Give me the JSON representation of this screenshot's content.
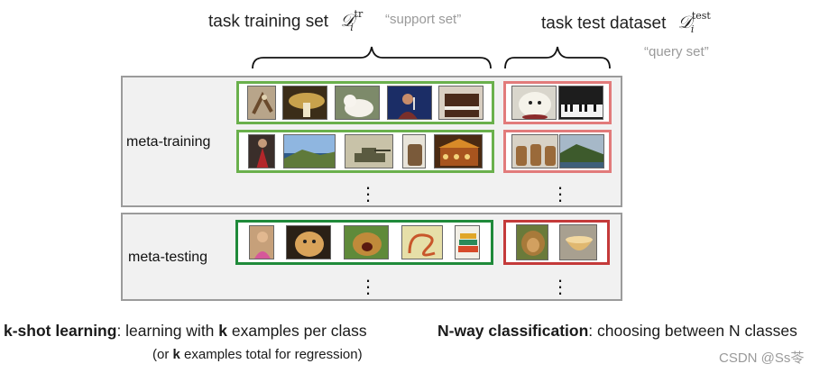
{
  "header": {
    "support_label": "task training set",
    "support_math_base": "𝒟",
    "support_math_sub": "i",
    "support_math_sup": "tr",
    "support_quote": "“support set”",
    "query_label": "task test dataset",
    "query_math_base": "𝒟",
    "query_math_sub": "i",
    "query_math_sup": "test",
    "query_quote": "“query set”"
  },
  "rows": {
    "meta_training_label": "meta-training",
    "meta_testing_label": "meta-testing"
  },
  "images": {
    "train_row1_support": [
      "bird",
      "mushroom",
      "dog",
      "singer",
      "piano"
    ],
    "train_row1_query": [
      "dog",
      "piano"
    ],
    "train_row2_support": [
      "gymnast",
      "coast",
      "tank",
      "barrel",
      "carousel"
    ],
    "train_row2_query": [
      "barrels",
      "cliff"
    ],
    "test_support": [
      "girl",
      "dog",
      "lion",
      "ribbon",
      "bowls"
    ],
    "test_query": [
      "lion",
      "bowl"
    ]
  },
  "footer": {
    "kshot_bold": "k-shot learning",
    "kshot_rest_1": ": learning with ",
    "kshot_k": "k",
    "kshot_rest_2": " examples per class",
    "kshot_sub_1": "(or ",
    "kshot_sub_k": "k",
    "kshot_sub_2": " examples total for regression)",
    "nway_bold": "N-way classification",
    "nway_rest": ": choosing between N classes",
    "watermark": "CSDN @Ss苓"
  },
  "colors": {
    "support_border": "#6ab04c",
    "query_border": "#e27b7b",
    "test_support_border": "#1f8a3a",
    "test_query_border": "#c43a3a",
    "panel_border": "#9b9b9b"
  }
}
